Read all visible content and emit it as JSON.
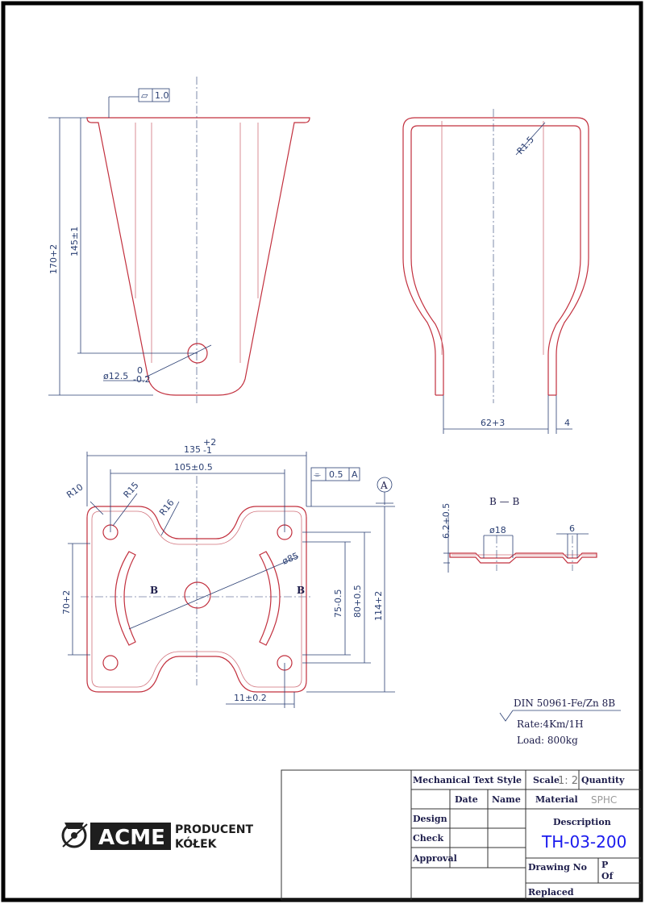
{
  "dimensions": {
    "height_170": "170+2",
    "height_145": "145±1",
    "hole_dia_base": "ø12.5",
    "hole_dia_tol_top": "0",
    "hole_dia_tol_bottom": "-0.2",
    "flatness_symbol": "▱",
    "flatness_value": "1.0",
    "radius_side": "R1.5",
    "width_62": "62+3",
    "thickness_4": "4",
    "width_135_base": "135",
    "width_135_tol_top": "+2",
    "width_135_tol_bottom": "-1",
    "width_105": "105±0.5",
    "r10": "R10",
    "r15": "R15",
    "r16": "R16",
    "dia85": "ø85",
    "sym_symbol": "⌯",
    "sym_value": "0.5",
    "datum_a": "A",
    "datum_a_circle": "A",
    "height_70": "70+2",
    "height_75": "75-0.5",
    "height_80": "80+0.5",
    "height_114": "114+2",
    "offset_11": "11±0.2",
    "section_b_left": "B",
    "section_b_right": "B",
    "section_title": "B — B",
    "section_h": "6.2+0.5",
    "section_d18": "ø18",
    "section_6": "6"
  },
  "notes": {
    "din": "DIN 50961-Fe/Zn 8B",
    "rate": "Rate:4Km/1H",
    "load": "Load: 800kg"
  },
  "title_block": {
    "text_style": "Mechanical Text Style",
    "scale_label": "Scale",
    "scale_value": "1: 2",
    "quantity_label": "Quantity",
    "date_label": "Date",
    "name_label": "Name",
    "material_label": "Material",
    "material_value": "SPHC",
    "design_label": "Design",
    "check_label": "Check",
    "approval_label": "Approval",
    "description_label": "Description",
    "part_number": "TH-03-200",
    "drawing_no_label": "Drawing No",
    "p_label": "P",
    "of_label": "Of",
    "replaced_label": "Replaced"
  },
  "logo": {
    "brand": "ACME",
    "line1": "PRODUCENT",
    "line2": "KÓŁEK"
  },
  "colors": {
    "part_outline": "#c2303e",
    "dimension": "#2a3f73",
    "part_number": "#1a1aee",
    "material_value": "#9a9a9a"
  }
}
